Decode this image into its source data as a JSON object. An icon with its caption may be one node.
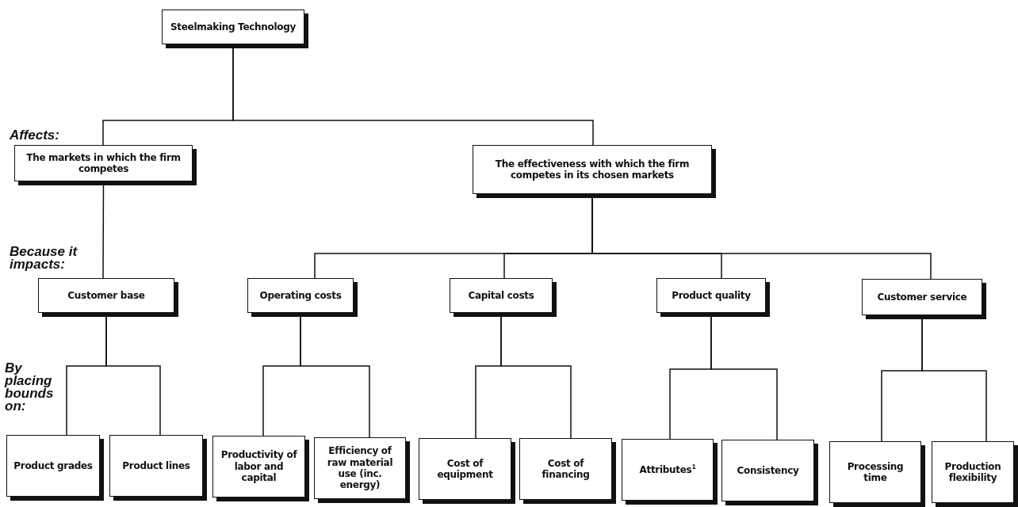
{
  "diagram": {
    "nodes": [
      {
        "text": [
          "Steelmaking Technology"
        ]
      },
      {
        "text": [
          "The markets in which the firm competes"
        ]
      },
      {
        "text": [
          "The effectiveness with which the firm competes in its chosen markets"
        ]
      },
      {
        "text": [
          "Customer base"
        ]
      },
      {
        "text": [
          "Operating costs"
        ]
      },
      {
        "text": [
          "Capital costs"
        ]
      },
      {
        "text": [
          "Product quality"
        ]
      },
      {
        "text": [
          "Customer service"
        ]
      },
      {
        "text": [
          "Product grades"
        ]
      },
      {
        "text": [
          "Product lines"
        ]
      },
      {
        "text": [
          "Productivity of labor and capital"
        ]
      },
      {
        "text": [
          "Efficiency of raw material use (inc. energy)"
        ]
      },
      {
        "text": [
          "Cost of equipment"
        ]
      },
      {
        "text": [
          "Cost of financing"
        ]
      },
      {
        "text": [
          "Attributes$^{1}$"
        ]
      },
      {
        "text": [
          "Consistency"
        ]
      },
      {
        "text": [
          "Processing time"
        ]
      },
      {
        "text": [
          "Production flexibility"
        ]
      }
    ],
    "edges": [
      {
        "from": 0,
        "to": 1,
        "arrow": "none"
      },
      {
        "from": 0,
        "to": 2,
        "arrow": "none"
      },
      {
        "from": 1,
        "to": 3,
        "arrow": "none"
      },
      {
        "from": 2,
        "to": 4,
        "arrow": "none"
      },
      {
        "from": 2,
        "to": 5,
        "arrow": "none"
      },
      {
        "from": 2,
        "to": 6,
        "arrow": "none"
      },
      {
        "from": 2,
        "to": 7,
        "arrow": "none"
      },
      {
        "from": 3,
        "to": 8,
        "arrow": "none"
      },
      {
        "from": 3,
        "to": 9,
        "arrow": "none"
      },
      {
        "from": 4,
        "to": 10,
        "arrow": "none"
      },
      {
        "from": 4,
        "to": 11,
        "arrow": "none"
      },
      {
        "from": 5,
        "to": 12,
        "arrow": "none"
      },
      {
        "from": 5,
        "to": 13,
        "arrow": "none"
      },
      {
        "from": 6,
        "to": 14,
        "arrow": "none"
      },
      {
        "from": 6,
        "to": 15,
        "arrow": "none"
      },
      {
        "from": 7,
        "to": 16,
        "arrow": "none"
      },
      {
        "from": 7,
        "to": 17,
        "arrow": "none"
      }
    ],
    "labels": [
      "Affects:",
      "Because it impacts:",
      "By placing bounds on:"
    ]
  }
}
